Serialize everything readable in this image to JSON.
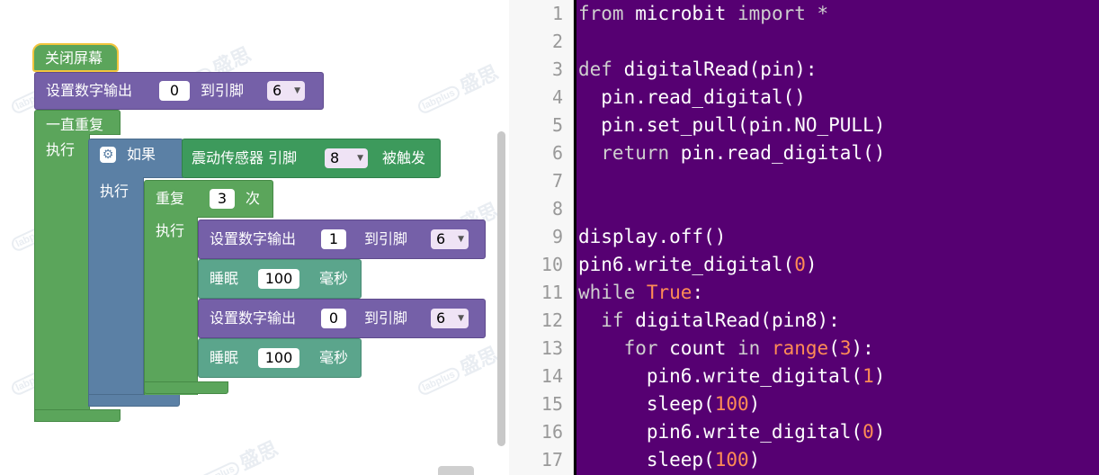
{
  "watermark": {
    "tag": "labplus",
    "brand": "盛思"
  },
  "blocks": {
    "hat_label": "关闭屏幕",
    "set_digital_label": "设置数字输出",
    "to_pin_label": "到引脚",
    "forever_label": "一直重复",
    "do_label": "执行",
    "if_label": "如果",
    "vibration_label": "震动传感器 引脚",
    "triggered_label": "被触发",
    "repeat_label": "重复",
    "times_label": "次",
    "sleep_label": "睡眠",
    "ms_label": "毫秒",
    "init_value": "0",
    "init_pin": "6",
    "sensor_pin": "8",
    "repeat_count": "3",
    "set1_value": "1",
    "set1_pin": "6",
    "sleep1_value": "100",
    "set2_value": "0",
    "set2_pin": "6",
    "sleep2_value": "100"
  },
  "editor": {
    "line_numbers": [
      "1",
      "2",
      "3",
      "4",
      "5",
      "6",
      "7",
      "8",
      "9",
      "10",
      "11",
      "12",
      "13",
      "14",
      "15",
      "16",
      "17"
    ],
    "lines": [
      [
        {
          "t": "from",
          "c": "kw"
        },
        {
          "t": " microbit ",
          "c": "fn"
        },
        {
          "t": "import",
          "c": "kw"
        },
        {
          "t": " *",
          "c": "kw"
        }
      ],
      [],
      [
        {
          "t": "def",
          "c": "kw"
        },
        {
          "t": " digitalRead(pin):",
          "c": "fn"
        }
      ],
      [
        {
          "t": "  pin.read_digital()",
          "c": "fn"
        }
      ],
      [
        {
          "t": "  pin.set_pull(pin.NO_PULL)",
          "c": "fn"
        }
      ],
      [
        {
          "t": "  return",
          "c": "kw"
        },
        {
          "t": " pin.read_digital()",
          "c": "fn"
        }
      ],
      [],
      [],
      [
        {
          "t": "display.off()",
          "c": "fn"
        }
      ],
      [
        {
          "t": "pin6.write_digital(",
          "c": "fn"
        },
        {
          "t": "0",
          "c": "num"
        },
        {
          "t": ")",
          "c": "fn"
        }
      ],
      [
        {
          "t": "while",
          "c": "kw"
        },
        {
          "t": " ",
          "c": "fn"
        },
        {
          "t": "True",
          "c": "num"
        },
        {
          "t": ":",
          "c": "fn"
        }
      ],
      [
        {
          "t": "  if",
          "c": "kw"
        },
        {
          "t": " digitalRead(pin8):",
          "c": "fn"
        }
      ],
      [
        {
          "t": "    for",
          "c": "kw"
        },
        {
          "t": " count ",
          "c": "fn"
        },
        {
          "t": "in",
          "c": "kw"
        },
        {
          "t": " ",
          "c": "fn"
        },
        {
          "t": "range",
          "c": "num"
        },
        {
          "t": "(",
          "c": "fn"
        },
        {
          "t": "3",
          "c": "num"
        },
        {
          "t": "):",
          "c": "fn"
        }
      ],
      [
        {
          "t": "      pin6.write_digital(",
          "c": "fn"
        },
        {
          "t": "1",
          "c": "num"
        },
        {
          "t": ")",
          "c": "fn"
        }
      ],
      [
        {
          "t": "      sleep(",
          "c": "fn"
        },
        {
          "t": "100",
          "c": "num"
        },
        {
          "t": ")",
          "c": "fn"
        }
      ],
      [
        {
          "t": "      pin6.write_digital(",
          "c": "fn"
        },
        {
          "t": "0",
          "c": "num"
        },
        {
          "t": ")",
          "c": "fn"
        }
      ],
      [
        {
          "t": "      sleep(",
          "c": "fn"
        },
        {
          "t": "100",
          "c": "num"
        },
        {
          "t": ")",
          "c": "fn"
        }
      ]
    ]
  },
  "colors": {
    "editor_bg": "#560072",
    "block_purple": "#7560a8",
    "block_green": "#5ba55b",
    "block_blue": "#5b80a5",
    "block_teal": "#5ba58c",
    "hat_outline": "#f2c53d"
  }
}
